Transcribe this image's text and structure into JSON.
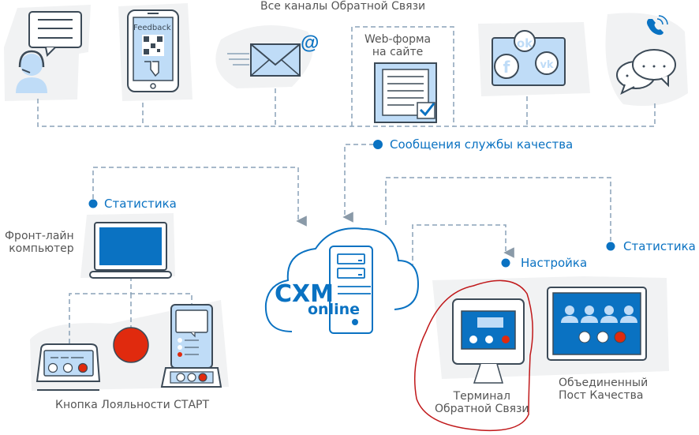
{
  "title": "Все каналы Обратной Связи",
  "channels": {
    "phone_screen_text": "Feedback",
    "web_form": [
      "Web-форма",
      "на сайте"
    ]
  },
  "labels": {
    "quality_messages": "Сообщения службы качества",
    "stats_left": "Статистика",
    "stats_right": "Статистика",
    "settings": "Настройка",
    "frontline": [
      "Фронт-лайн",
      "компьютер"
    ],
    "loyalty_button": "Кнопка Лояльности СТАРТ",
    "terminal": [
      "Терминал",
      "Обратной Связи"
    ],
    "quality_post": [
      "Объединенный",
      "Пост Качества"
    ]
  },
  "logo": {
    "main": "CXM",
    "sub": "online"
  },
  "colors": {
    "accent": "#0a72c2",
    "light_blue": "#c5e0fa",
    "red": "#e02a0e",
    "outline": "#3c4a57",
    "dash": "#8aa2b8",
    "highlight": "#c0181a"
  }
}
